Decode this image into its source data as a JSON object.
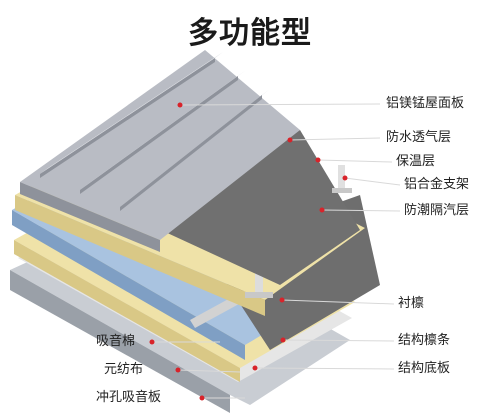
{
  "title": "多功能型",
  "labels": {
    "roof_panel": "铝镁锰屋面板",
    "waterproof": "防水透气层",
    "insulation": "保温层",
    "bracket": "铝合金支架",
    "vapor_barrier": "防潮隔汽层",
    "sub_purlin": "衬檩",
    "sound_cotton": "吸音棉",
    "nonwoven": "元纺布",
    "structural_purlin": "结构檩条",
    "perforated_panel": "冲孔吸音板",
    "base_panel": "结构底板"
  },
  "colors": {
    "roof": "#b9bcc4",
    "roof_dark": "#8e929b",
    "insulation": "#efe2a8",
    "membrane": "#707070",
    "bracket": "#d9d9d9",
    "blue_panel": "#a9c3e0",
    "leader": "#d9d9d9",
    "dot": "#d8232a"
  }
}
